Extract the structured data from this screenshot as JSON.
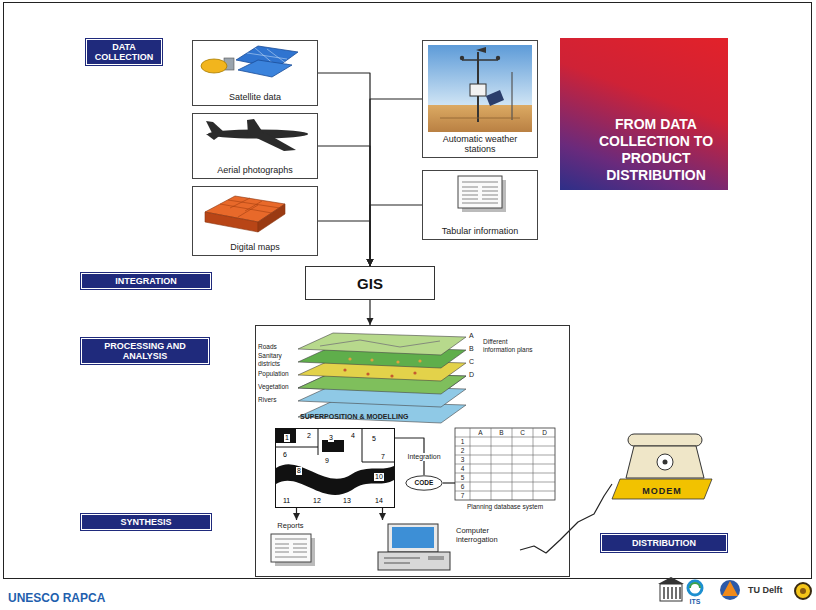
{
  "diagram": {
    "title": "FROM DATA COLLECTION TO PRODUCT DISTRIBUTION",
    "nodes": [
      {
        "text": [
          "DATA COLLECTION"
        ]
      },
      {
        "text": [
          "Satellite data"
        ]
      },
      {
        "text": [
          "Aerial photographs"
        ]
      },
      {
        "text": [
          "Digital maps"
        ]
      },
      {
        "text": [
          "Automatic weather stations"
        ]
      },
      {
        "text": [
          "Tabular information"
        ]
      },
      {
        "text": [
          "INTEGRATION"
        ]
      },
      {
        "text": [
          "GIS"
        ]
      },
      {
        "text": [
          "PROCESSING AND ANALYSIS"
        ]
      },
      {
        "text": []
      },
      {
        "text": [
          "1",
          "2",
          "3",
          "4",
          "5",
          "6",
          "7",
          "8",
          "9",
          "10",
          "11",
          "12",
          "13",
          "14"
        ],
        "in": 9
      },
      {
        "text": [
          "CODE"
        ],
        "in": 9
      },
      {
        "text": [
          "Planning database system"
        ],
        "in": 9
      },
      {
        "text": [
          "Reports"
        ],
        "in": 9
      },
      {
        "text": [
          "Computer interrogation"
        ],
        "in": 9
      },
      {
        "text": [
          "SYNTHESIS"
        ]
      },
      {
        "text": [
          "MODEM"
        ]
      },
      {
        "text": [
          "DISTRIBUTION"
        ]
      }
    ],
    "edges": [
      {
        "from": 1,
        "to": 7,
        "arrow": "to"
      },
      {
        "from": 2,
        "to": 7,
        "arrow": "to"
      },
      {
        "from": 3,
        "to": 7,
        "arrow": "to"
      },
      {
        "from": 4,
        "to": 7,
        "arrow": "to"
      },
      {
        "from": 5,
        "to": 7,
        "arrow": "to"
      },
      {
        "from": 7,
        "to": 9,
        "arrow": "to"
      },
      {
        "from": 10,
        "to": 11,
        "label": "Integration",
        "arrow": "none"
      },
      {
        "from": 11,
        "to": 12,
        "arrow": "none"
      },
      {
        "from": 10,
        "to": 13,
        "arrow": "to"
      },
      {
        "from": 10,
        "to": 14,
        "arrow": "to"
      },
      {
        "from": 14,
        "to": 16,
        "arrow": "none"
      }
    ],
    "labels": [
      "Roads",
      "Sanitary districts",
      "Population",
      "Vegetation",
      "Rivers",
      "A",
      "B",
      "C",
      "D",
      "Different information plans",
      "SUPERPOSITION & MODELLING",
      "A",
      "B",
      "C",
      "D",
      "1",
      "2",
      "3",
      "4",
      "5",
      "6",
      "7",
      "UNESCO RAPCA",
      "ITS",
      "TU Delft"
    ]
  }
}
